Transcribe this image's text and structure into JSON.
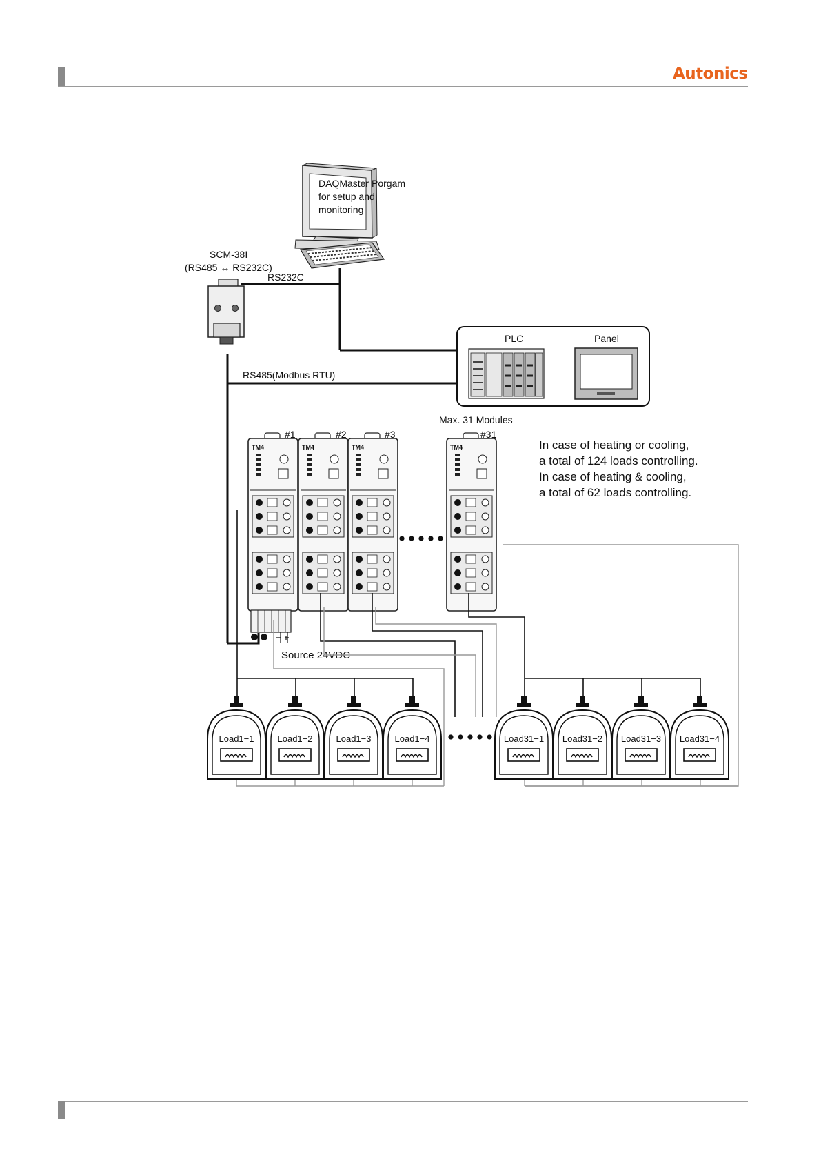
{
  "header": {
    "brand": "Autonics"
  },
  "pc": {
    "caption": [
      "DAQMaster Porgam",
      "for setup and",
      "monitoring"
    ]
  },
  "converter": {
    "name": "SCM-38I",
    "function": "(RS485 ↔ RS232C)"
  },
  "links": {
    "rs232": "RS232C",
    "rs485": "RS485(Modbus RTU)"
  },
  "hmi_box": {
    "plc_label": "PLC",
    "panel_label": "Panel"
  },
  "modules": {
    "max_note": "Max. 31 Modules",
    "items": [
      {
        "tag": "#1",
        "model": "TM4"
      },
      {
        "tag": "#2",
        "model": "TM4"
      },
      {
        "tag": "#3",
        "model": "TM4"
      },
      {
        "tag": "#31",
        "model": "TM4"
      }
    ]
  },
  "power": {
    "label": "Source 24VDC"
  },
  "notes": [
    "In case of heating or cooling,",
    "a total of 124 loads controlling.",
    "In case of heating & cooling,",
    "a total of 62 loads controlling."
  ],
  "loads": [
    "Load1−1",
    "Load1−2",
    "Load1−3",
    "Load1−4",
    "Load31−1",
    "Load31−2",
    "Load31−3",
    "Load31−4"
  ]
}
